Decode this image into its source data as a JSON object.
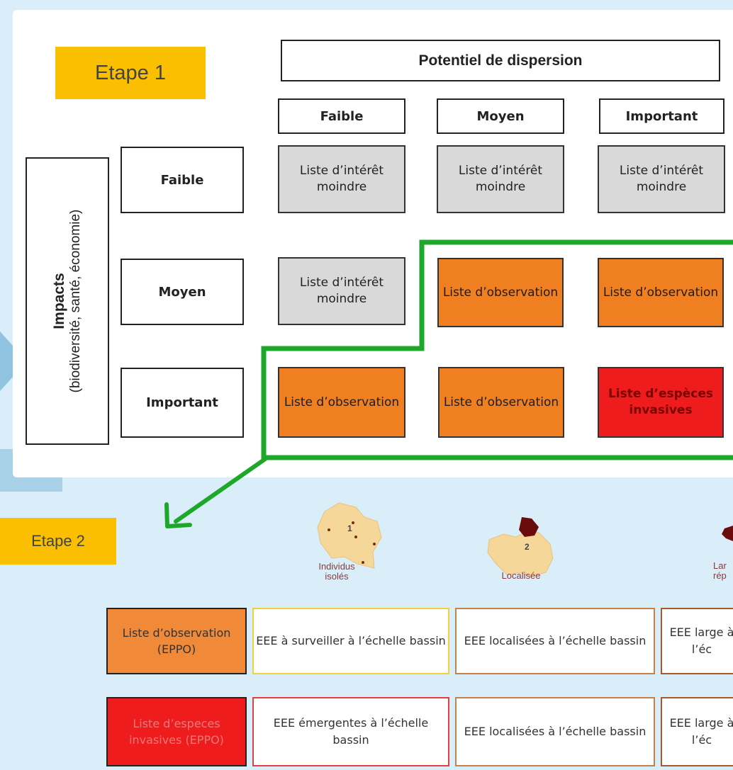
{
  "step1": "Etape 1",
  "step2": "Etape 2",
  "header": "Potentiel de dispersion",
  "columns": [
    "Faible",
    "Moyen",
    "Important"
  ],
  "impacts": {
    "title": "Impacts",
    "subtitle": "(biodiversité, santé, économie)"
  },
  "rows": [
    "Faible",
    "Moyen",
    "Important"
  ],
  "matrix": {
    "r0": [
      "Liste d’intérêt moindre",
      "Liste d’intérêt moindre",
      "Liste d’intérêt moindre"
    ],
    "r1": [
      "Liste d’intérêt moindre",
      "Liste d’observation",
      "Liste d’observation"
    ],
    "r2": [
      "Liste d’observation",
      "Liste d’observation",
      "Liste d’espèces invasives"
    ]
  },
  "maps": [
    {
      "number": "1",
      "label": "Individus isolés"
    },
    {
      "number": "2",
      "label": "Localisée"
    },
    {
      "number": "",
      "label": "Lar rép"
    }
  ],
  "bottom": {
    "row1_label": "Liste d’observation (EPPO)",
    "row1": [
      "EEE à surveiller à l’échelle bassin",
      "EEE localisées à l’échelle bassin",
      "EEE large à l’éc"
    ],
    "row2_label": "Liste d’especes invasives (EPPO)",
    "row2": [
      "EEE émergentes à l’échelle bassin",
      "EEE localisées à l’échelle bassin",
      "EEE large à l’éc"
    ]
  },
  "colors": {
    "grey": "#d9d9d9",
    "orange": "#f07f22",
    "red": "#ee1c1c",
    "green": "#1ea82a",
    "yellow": "#f9bf00"
  }
}
